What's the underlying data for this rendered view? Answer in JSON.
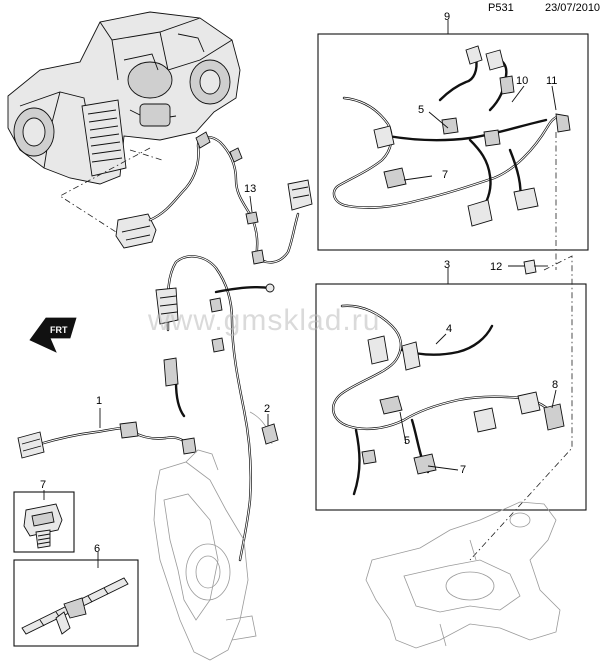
{
  "header": {
    "code": "P531",
    "date": "23/07/2010"
  },
  "watermark": "www.gmsklad.ru",
  "direction_marker": "FRT",
  "callouts": {
    "c1": "1",
    "c2": "2",
    "c3": "3",
    "c4": "4",
    "c5_upper": "5",
    "c5_lower": "5",
    "c6": "6",
    "c7_upper": "7",
    "c7_lower": "7",
    "c7_inset": "7",
    "c8": "8",
    "c9": "9",
    "c10": "10",
    "c11": "11",
    "c12": "12",
    "c13": "13"
  },
  "colors": {
    "line": "#111111",
    "watermark": "#bdbdbd",
    "part_fill": "#e8e8e8"
  }
}
